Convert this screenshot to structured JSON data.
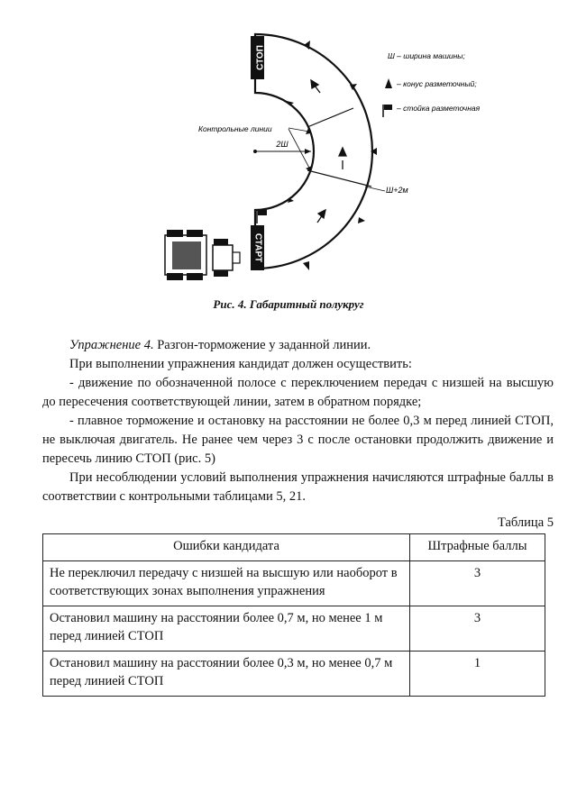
{
  "figure": {
    "stop_label": "СТОП",
    "start_label": "СТАРТ",
    "legend_width": "Ш – ширина машины;",
    "legend_cone": "– конус разметочный;",
    "legend_post": "– стойка разметочная",
    "control_lines_label": "Контрольные линии",
    "inner_label": "2Ш",
    "outer_label": "Ш+2м",
    "caption": "Рис. 4. Габаритный полукруг"
  },
  "text": {
    "exercise_title": "Упражнение 4.",
    "exercise_name": "Разгон-торможение у заданной линии.",
    "p1": "При выполнении упражнения кандидат должен осуществить:",
    "p2": "- движение по обозначенной полосе с переключением передач с низшей на высшую до пересечения соответствующей линии, затем в обратном порядке;",
    "p3": "- плавное торможение и остановку на расстоянии не более 0,3 м перед линией СТОП, не выключая двигатель. Не ранее чем через 3 с после остановки продолжить движение и пересечь линию СТОП (рис. 5)",
    "p4": "При несоблюдении условий выполнения упражнения начисляются штрафные баллы в соответствии с контрольными таблицами 5, 21."
  },
  "table": {
    "caption": "Таблица 5",
    "headers": [
      "Ошибки кандидата",
      "Штрафные баллы"
    ],
    "rows": [
      {
        "error": "Не переключил передачу с низшей на высшую или наоборот в соответствующих зонах выполнения упражнения",
        "score": "3"
      },
      {
        "error": "Остановил машину на расстоянии более 0,7 м, но менее 1 м перед линией СТОП",
        "score": "3"
      },
      {
        "error": "Остановил машину на расстоянии более  0,3 м, но менее 0,7 м перед линией СТОП",
        "score": "1"
      }
    ]
  }
}
